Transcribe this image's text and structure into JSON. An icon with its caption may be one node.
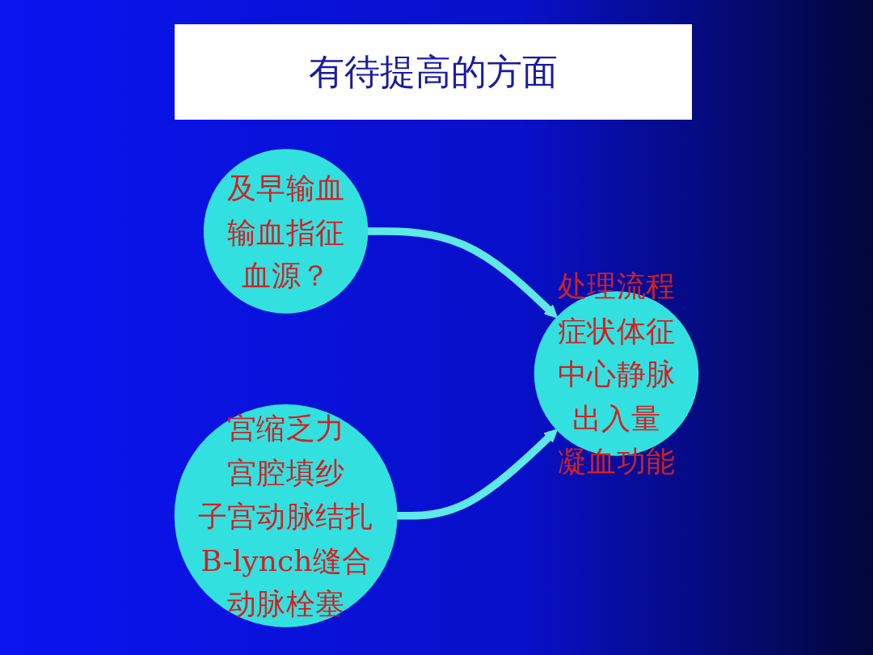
{
  "diagram": {
    "title": "有待提高的方面",
    "nodes": [
      {
        "text": [
          "及早输血",
          "输血指征",
          "血源？"
        ]
      },
      {
        "text": [
          "处理流程",
          "症状体征",
          "中心静脉",
          "出入量",
          "凝血功能"
        ]
      },
      {
        "text": [
          "宫缩乏力",
          "宫腔填纱",
          "子宫动脉结扎",
          "B-lynch缝合",
          "动脉栓塞"
        ]
      }
    ],
    "edges": [
      {
        "from": 0,
        "to": 1,
        "arrow": "to"
      },
      {
        "from": 2,
        "to": 1,
        "arrow": "to"
      }
    ]
  }
}
